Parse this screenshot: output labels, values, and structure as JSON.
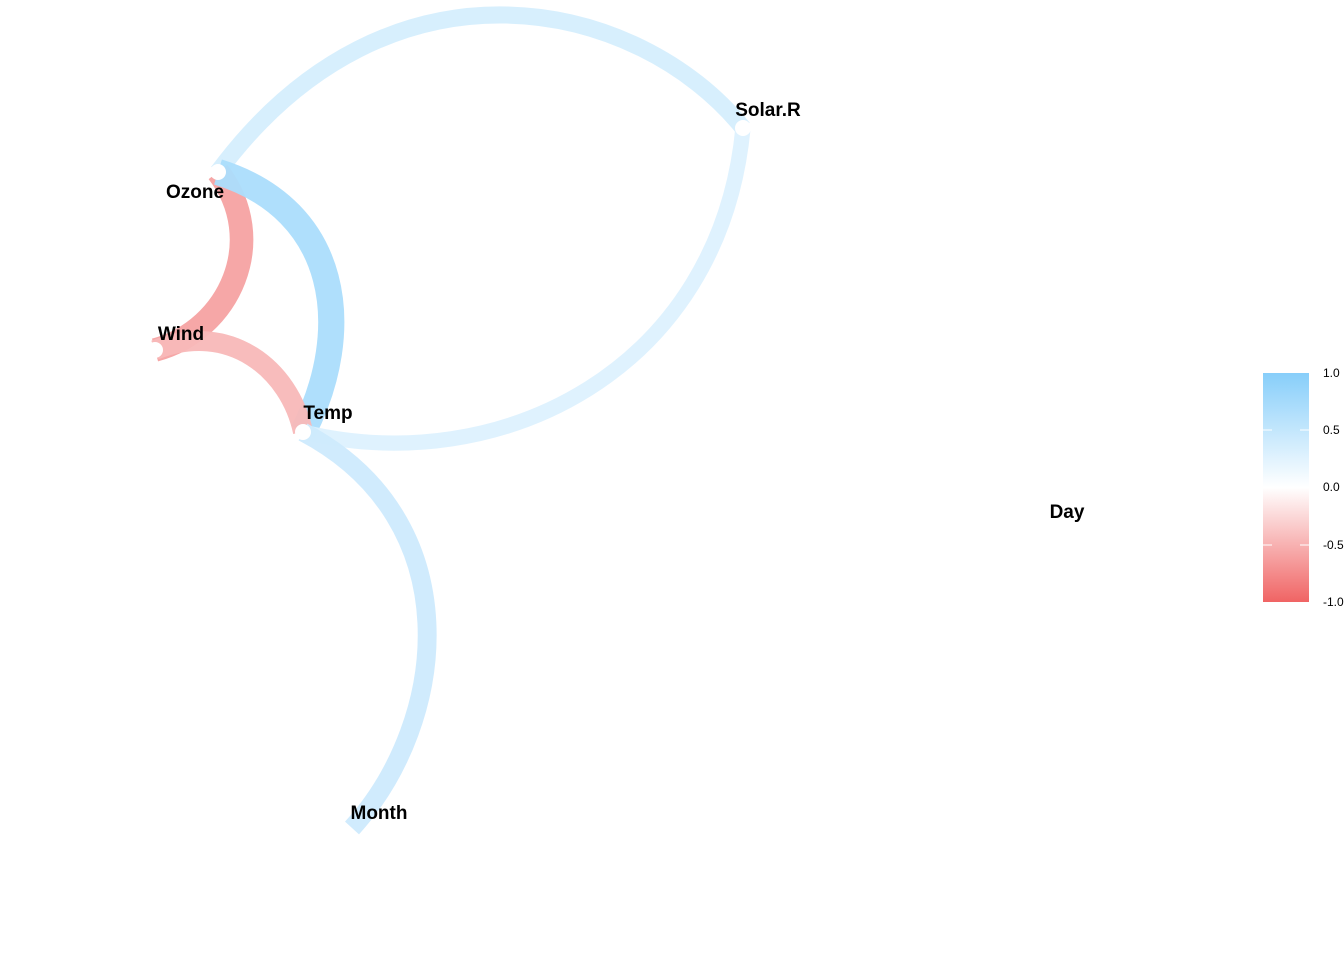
{
  "chart_data": {
    "type": "correlation-network",
    "nodes": [
      {
        "id": "ozone",
        "label": "Ozone"
      },
      {
        "id": "solar",
        "label": "Solar.R"
      },
      {
        "id": "wind",
        "label": "Wind"
      },
      {
        "id": "temp",
        "label": "Temp"
      },
      {
        "id": "month",
        "label": "Month"
      },
      {
        "id": "day",
        "label": "Day"
      }
    ],
    "edges": [
      {
        "from": "ozone",
        "to": "solar",
        "correlation": 0.35
      },
      {
        "from": "ozone",
        "to": "wind",
        "correlation": -0.6
      },
      {
        "from": "ozone",
        "to": "temp",
        "correlation": 0.7
      },
      {
        "from": "wind",
        "to": "temp",
        "correlation": -0.46
      },
      {
        "from": "temp",
        "to": "solar",
        "correlation": 0.28
      },
      {
        "from": "temp",
        "to": "month",
        "correlation": 0.42
      }
    ],
    "legend": {
      "placement": "right",
      "ticks": [
        "1.0",
        "0.5",
        "0.0",
        "-0.5",
        "-1.0"
      ],
      "range": [
        -1,
        1
      ],
      "colors": {
        "negative": "#f06464",
        "zero": "#ffffff",
        "positive": "#87cefa"
      }
    }
  }
}
